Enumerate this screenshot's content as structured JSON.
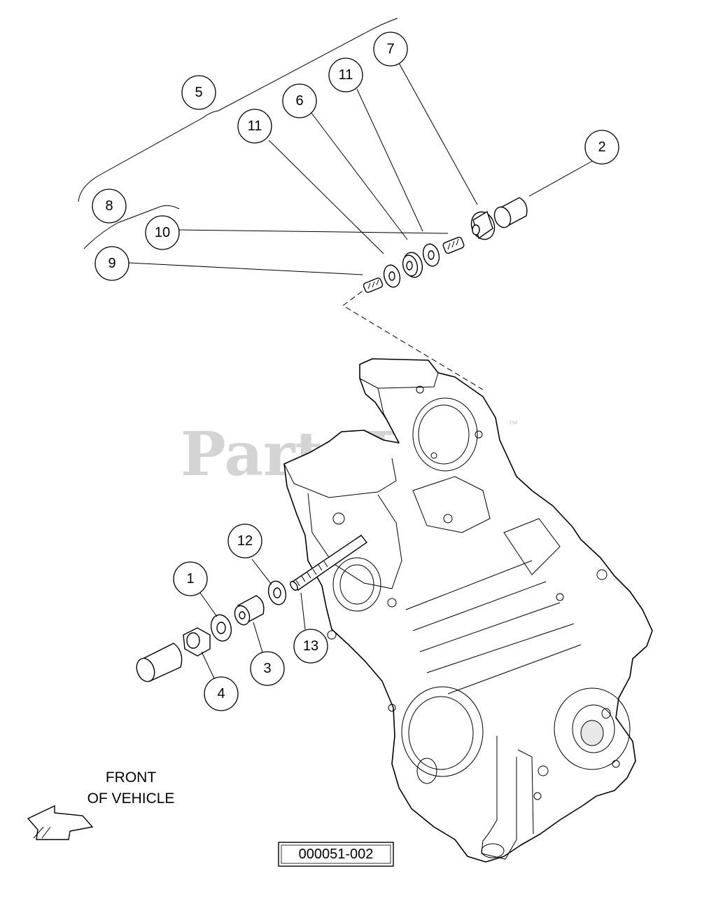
{
  "watermark": {
    "text": "PartsTree",
    "trademark": "™"
  },
  "callouts": {
    "c5": "5",
    "c7": "7",
    "c11a": "11",
    "c11b": "11",
    "c6": "6",
    "c2": "2",
    "c8": "8",
    "c10": "10",
    "c9": "9",
    "c12": "12",
    "c1": "1",
    "c13": "13",
    "c3": "3",
    "c4": "4"
  },
  "direction_note": {
    "line1": "FRONT",
    "line2": "OF VEHICLE"
  },
  "reference_number": "000051-002"
}
